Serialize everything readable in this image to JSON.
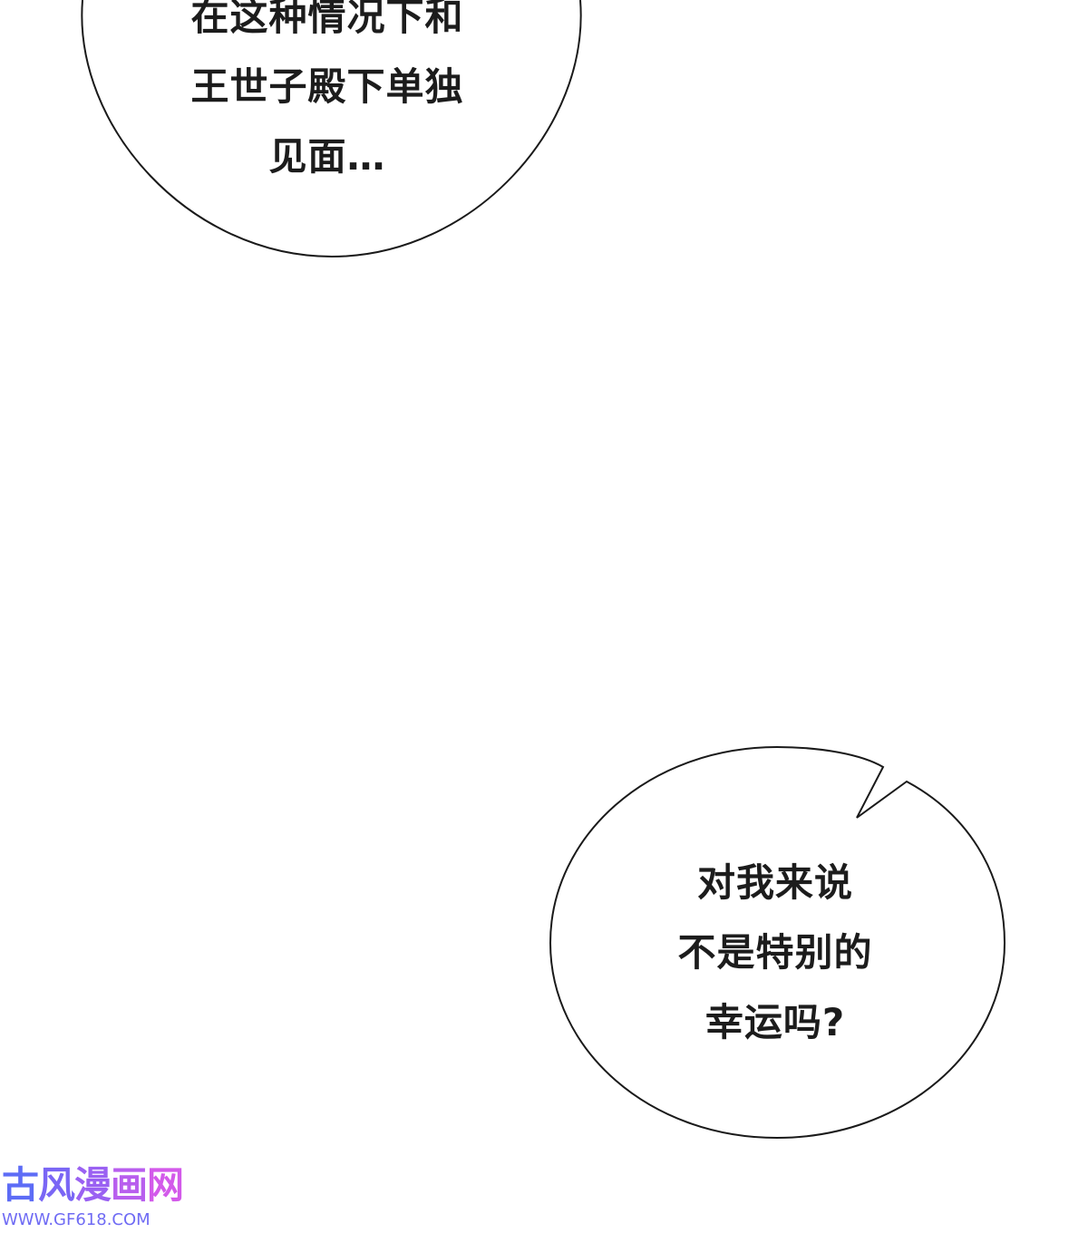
{
  "bubbles": [
    {
      "lines": [
        "在这种情况下和",
        "王世子殿下单独",
        "见面…"
      ]
    },
    {
      "lines": [
        "对我来说",
        "不是特别的",
        "幸运吗?"
      ]
    }
  ],
  "watermark": {
    "chars": [
      "古",
      "风",
      "漫",
      "画",
      "网"
    ],
    "url": "WWW.GF618.COM",
    "colors": [
      "#5d6cf6",
      "#7a66f5",
      "#9a61f2",
      "#b85eee",
      "#d35aea"
    ],
    "url_color": "#6f6bf4"
  },
  "colors": {
    "background": "#ffffff",
    "bubble_fill": "#ffffff",
    "bubble_outline": "#1a1a1a",
    "text": "#1c1c1c"
  }
}
